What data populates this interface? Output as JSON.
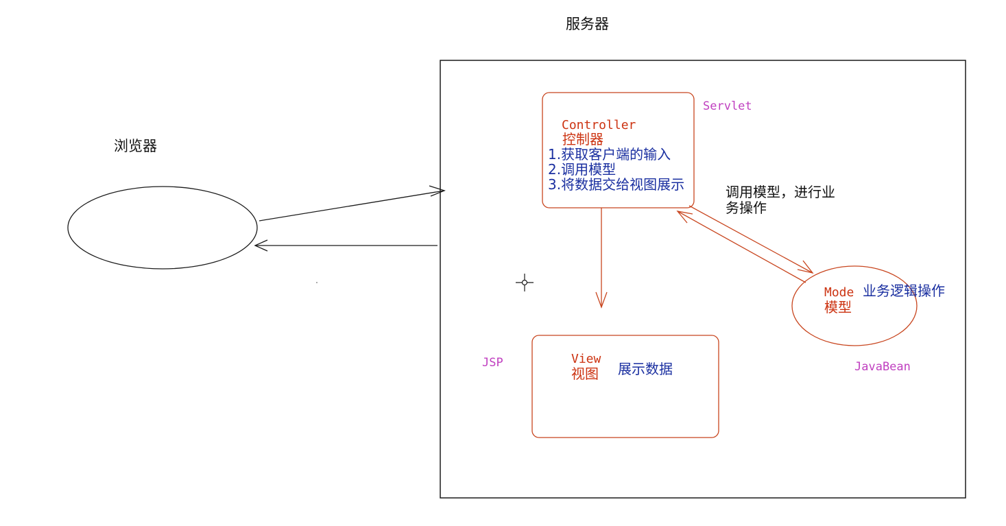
{
  "colors": {
    "line_black": "#1a1a1a",
    "line_red": "#c8451e",
    "text_red": "#cc3311",
    "text_blue": "#1a2fa0",
    "text_magenta": "#c040c0",
    "text_black": "#111111"
  },
  "server": {
    "title": "服务器"
  },
  "browser": {
    "title": "浏览器"
  },
  "controller": {
    "name": "Controller",
    "cn_name": "控制器",
    "tech": "Servlet",
    "steps": [
      "1.获取客户端的输入",
      "2.调用模型",
      "3.将数据交给视图展示"
    ]
  },
  "controller_to_model": {
    "note_line1": "调用模型，进行业",
    "note_line2": "务操作"
  },
  "model": {
    "name": "Mode",
    "cn_name": "模型",
    "desc": "业务逻辑操作",
    "tech": "JavaBean"
  },
  "view": {
    "name": "View",
    "cn_name": "视图",
    "desc": "展示数据",
    "tech": "JSP"
  }
}
